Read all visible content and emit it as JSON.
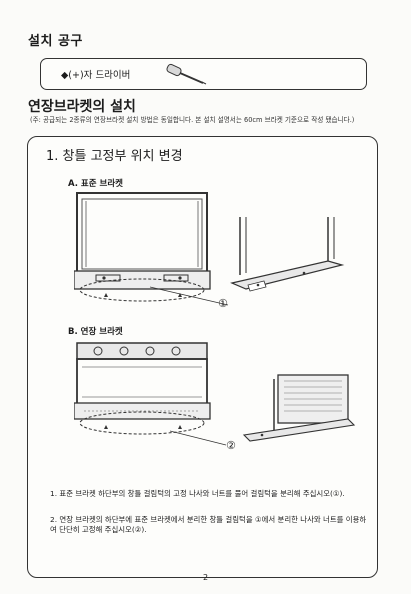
{
  "tools_section": {
    "heading": "설치 공구",
    "tool_label": "◆(+)자 드라이버"
  },
  "ext_section": {
    "heading": "연장브라켓의 설치",
    "note": "(주: 공급되는 2종류의 연장브라켓 설치 방법은 동일합니다. 본 설치 설명서는 60cm 브라켓 기준으로 작성 됐습니다.)"
  },
  "step1": {
    "title": "1. 창틀 고정부 위치 변경",
    "part_a_label": "A. 표준 브라켓",
    "part_b_label": "B. 연장 브라켓",
    "callout_1": "①",
    "callout_2": "②"
  },
  "instructions": [
    "1. 표준 브라켓 하단부의 창틀 걸림턱의 고정 나사와 너트를 풀어 걸림턱을 분리해 주십시오(①).",
    "2. 연장 브라켓의 하단부에 표준 브라켓에서 분리한 창틀 걸림턱을 ①에서 분리한 나사와 너트를 이용하여 단단히 고정해 주십시오(②)."
  ],
  "page_number": "2",
  "icons": [
    "screwdriver-icon",
    "diamond-bullet-icon"
  ],
  "colors": {
    "line": "#333333",
    "paper": "#fbfbf9"
  }
}
